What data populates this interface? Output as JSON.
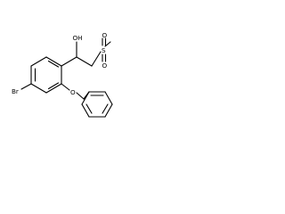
{
  "labels": {
    "oh": "OH",
    "sulfur": "S",
    "sulfonyl_oxygen_1": "O",
    "sulfonyl_oxygen_2": "O",
    "bromine": "Br",
    "ether_oxygen": "O"
  }
}
